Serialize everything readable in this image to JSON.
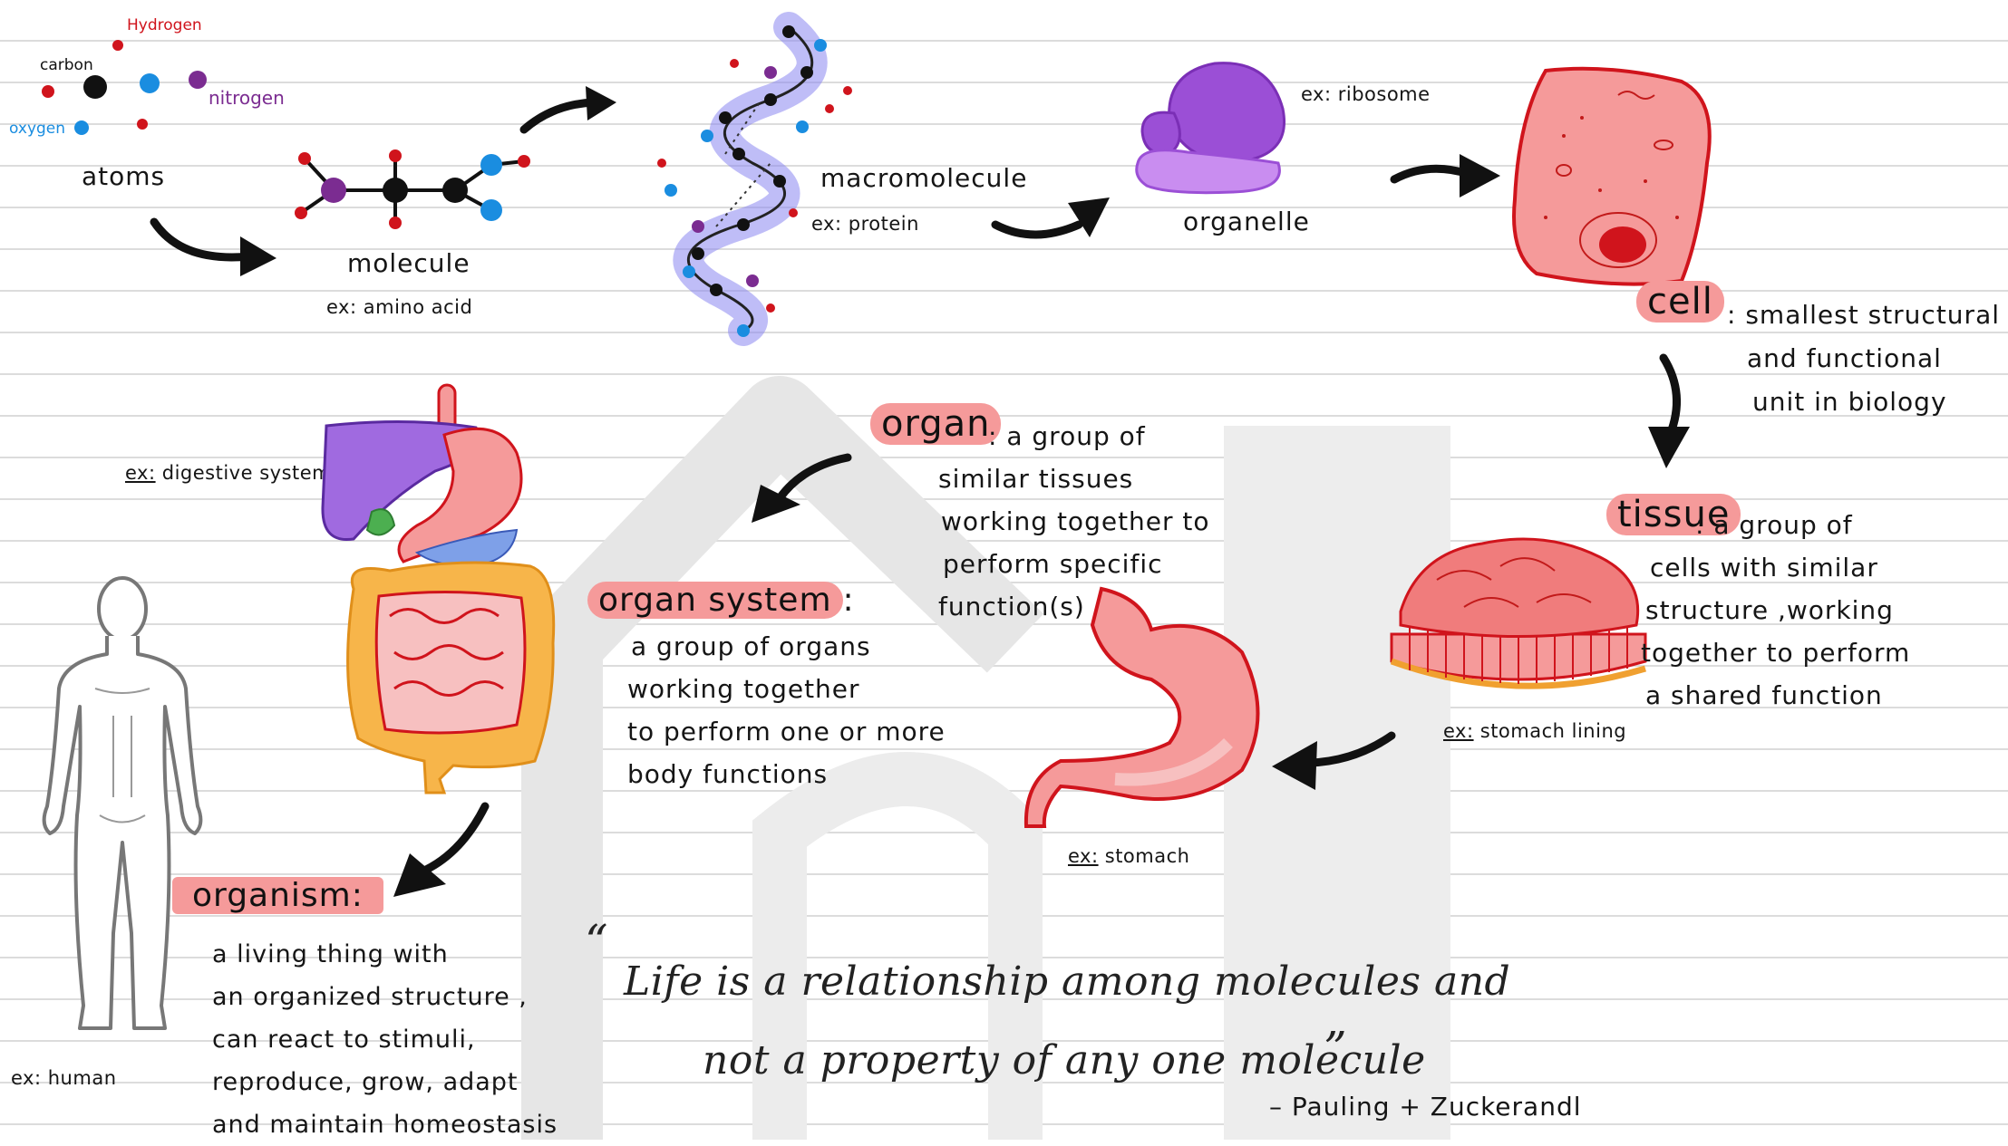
{
  "atoms": {
    "title": "atoms",
    "hydrogen": "Hydrogen",
    "carbon": "carbon",
    "nitrogen": "nitrogen",
    "oxygen": "oxygen"
  },
  "molecule": {
    "title": "molecule",
    "example_prefix": "ex:",
    "example": "amino acid"
  },
  "macromolecule": {
    "title": "macromolecule",
    "example_prefix": "ex:",
    "example": "protein"
  },
  "organelle": {
    "title": "organelle",
    "example_prefix": "ex:",
    "example": "ribosome"
  },
  "cell": {
    "title": "cell",
    "definition": [
      ": smallest structural",
      "and functional",
      "unit in biology"
    ]
  },
  "tissue": {
    "title": "tissue",
    "definition": [
      ": a group of",
      "cells with similar",
      "structure ,working",
      "together to perform",
      "a shared function"
    ],
    "example_prefix": "ex:",
    "example": "stomach lining"
  },
  "organ": {
    "title": "organ",
    "definition": [
      ": a group of",
      "similar tissues",
      "working together to",
      "perform specific",
      "function(s)"
    ],
    "example_prefix": "ex:",
    "example": "stomach"
  },
  "organ_system": {
    "title": "organ system",
    "colon": ":",
    "definition": [
      "a group of organs",
      "working together",
      "to perform one or more",
      "body functions"
    ],
    "example_prefix": "ex:",
    "example": "digestive system"
  },
  "organism": {
    "title": "organism:",
    "definition": [
      "a living thing with",
      "an organized structure ,",
      "can react to stimuli,",
      "reproduce, grow, adapt",
      "and maintain homeostasis"
    ],
    "example_prefix": "ex:",
    "example": "human"
  },
  "quote": {
    "open_mark": "“",
    "line1": "Life is a relationship among molecules and",
    "line2": "not a property of any one molecule",
    "close_mark": "”",
    "attribution": "– Pauling + Zuckerandl"
  },
  "colors": {
    "highlight": "#f59a9a",
    "hydrogen": "#d0141c",
    "carbon": "#111111",
    "nitrogen": "#7b2c91",
    "oxygen": "#1a8de0",
    "organelle": "#9b4fd6",
    "cell": "#f07c7c",
    "liver": "#a06ae0",
    "intestine": "#f7b54a"
  }
}
